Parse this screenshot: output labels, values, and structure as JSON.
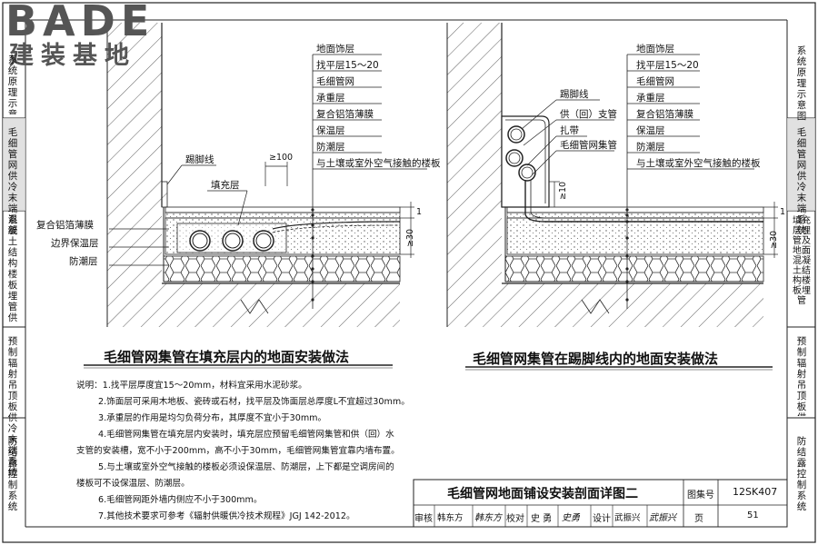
{
  "logo": {
    "brand": "BADE",
    "subtitle": "建装基地"
  },
  "left_tabs": [
    {
      "text": "系统原理示意图"
    },
    {
      "text": "毛细管网供冷末端系统"
    },
    {
      "text": "混凝土结构楼板埋管供冷末端系统"
    },
    {
      "text": "预制辐射吊顶板供冷末端系统"
    },
    {
      "text": "防结露控制系统"
    }
  ],
  "right_tabs": [
    {
      "text": "系统原理示意图"
    },
    {
      "text": "毛细管网供冷末端系统"
    },
    {
      "text": "填充层埋管及地面混凝土结构楼板埋管"
    },
    {
      "text": "预制辐射吊顶板供冷末端系统"
    },
    {
      "text": "防结露控制系统"
    }
  ],
  "left_diagram": {
    "title": "毛细管网集管在填充层内的地面安装做法",
    "layers": [
      "地面饰层",
      "找平层15～20",
      "毛细管网",
      "承重层",
      "复合铝箔薄膜",
      "保温层",
      "防潮层",
      "与土壤或室外空气接触的楼板"
    ],
    "skirting": "踢脚线",
    "fill": "填充层",
    "dim_100": "≥100",
    "dim_1": "1",
    "dim_30": "≥30",
    "left_labels": [
      "复合铝箔薄膜",
      "边界保温层",
      "防潮层"
    ]
  },
  "right_diagram": {
    "title": "毛细管网集管在踢脚线内的地面安装做法",
    "layers": [
      "地面饰层",
      "找平层15～20",
      "毛细管网",
      "承重层",
      "复合铝箔薄膜",
      "保温层",
      "防潮层",
      "与土壤或室外空气接触的楼板"
    ],
    "callouts": [
      "踢脚线",
      "供（回）支管",
      "扎带",
      "毛细管网集管"
    ],
    "dim_10": "≥10",
    "dim_1": "1",
    "dim_30": "≥30"
  },
  "notes": [
    "说明：1.找平层厚度宜15～20mm，材料宜采用水泥砂浆。",
    "2.饰面层可采用木地板、瓷砖或石材，找平层及饰面层总厚度L不宜超过30mm。",
    "3.承重层的作用是均匀负荷分布，其厚度不宜小于30mm。",
    "4.毛细管网集管在填充层内安装时，填充层应预留毛细管网集管和供（回）水",
    "支管的安装槽，宽不小于200mm，高不小于30mm，毛细管网集管宜靠内墙布置。",
    "5.与土壤或室外空气接触的楼板必须设保温层、防潮层，上下都是空调房间的",
    "楼板可不设保温层、防潮层。",
    "6.毛细管网距外墙内侧应不小于300mm。",
    "7.其他技术要求可参考《辐射供暖供冷技术规程》JGJ 142-2012。"
  ],
  "title_block": {
    "drawing_title": "毛细管网地面铺设安装剖面详图二",
    "atlas_label": "图集号",
    "atlas_no": "12SK407",
    "review_label": "审核",
    "review_name": "韩东方",
    "review_sign": "韩东方",
    "check_label": "校对",
    "check_name": "史 勇",
    "check_sign": "史勇",
    "design_label": "设计",
    "design_name": "武振兴",
    "design_sign": "武振兴",
    "page_label": "页",
    "page_no": "51"
  },
  "colors": {
    "line": "#222222",
    "paper": "#ffffff",
    "tab_active": "#d9d9d9",
    "logo": "#444444"
  }
}
